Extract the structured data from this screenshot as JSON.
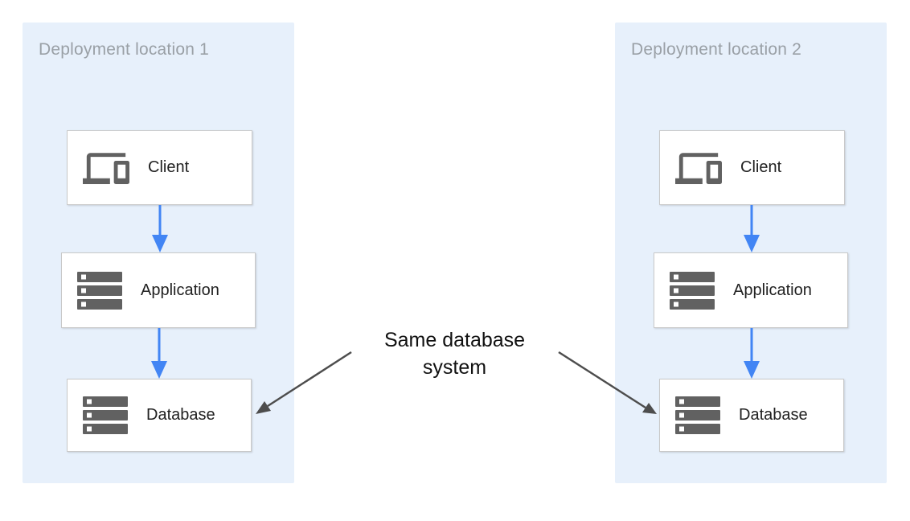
{
  "diagram": {
    "panels": [
      {
        "title": "Deployment location 1",
        "nodes": [
          {
            "label": "Client",
            "icon": "devices-icon"
          },
          {
            "label": "Application",
            "icon": "storage-icon"
          },
          {
            "label": "Database",
            "icon": "storage-icon"
          }
        ]
      },
      {
        "title": "Deployment location 2",
        "nodes": [
          {
            "label": "Client",
            "icon": "devices-icon"
          },
          {
            "label": "Application",
            "icon": "storage-icon"
          },
          {
            "label": "Database",
            "icon": "storage-icon"
          }
        ]
      }
    ],
    "annotation": {
      "line1": "Same database",
      "line2": "system"
    },
    "flows": [
      "Client to Application in location 1",
      "Application to Database in location 1",
      "Client to Application in location 2",
      "Application to Database in location 2",
      "Same database system label to Database in location 1",
      "Same database system label to Database in location 2"
    ],
    "colors": {
      "panel_bg": "#e7f0fb",
      "box_bg": "#ffffff",
      "box_border": "#c9c9c9",
      "icon_gray": "#616161",
      "title_gray": "#9aa0a6",
      "label_dark": "#212121",
      "flow_arrow_blue": "#4285f4",
      "annotation_arrow_gray": "#4d4d4d"
    }
  }
}
